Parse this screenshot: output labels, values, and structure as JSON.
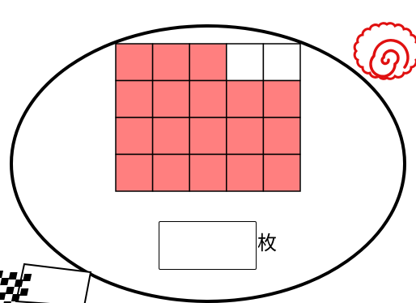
{
  "colors": {
    "filled": "#ff7f7f",
    "empty": "#ffffff",
    "grid_line": "#000000",
    "ellipse_stroke": "#000000",
    "sticker": "#e01010"
  },
  "grid": {
    "rows": 4,
    "cols": 5,
    "cells": [
      [
        true,
        true,
        true,
        false,
        false
      ],
      [
        true,
        true,
        true,
        true,
        true
      ],
      [
        true,
        true,
        true,
        true,
        true
      ],
      [
        true,
        true,
        true,
        true,
        true
      ]
    ],
    "filled_count": 18
  },
  "answer": {
    "value": "",
    "unit_label": "枚"
  },
  "icons": {
    "top_right": "swirl-sticker-icon",
    "bottom_left": "checkered-flag-icon"
  }
}
